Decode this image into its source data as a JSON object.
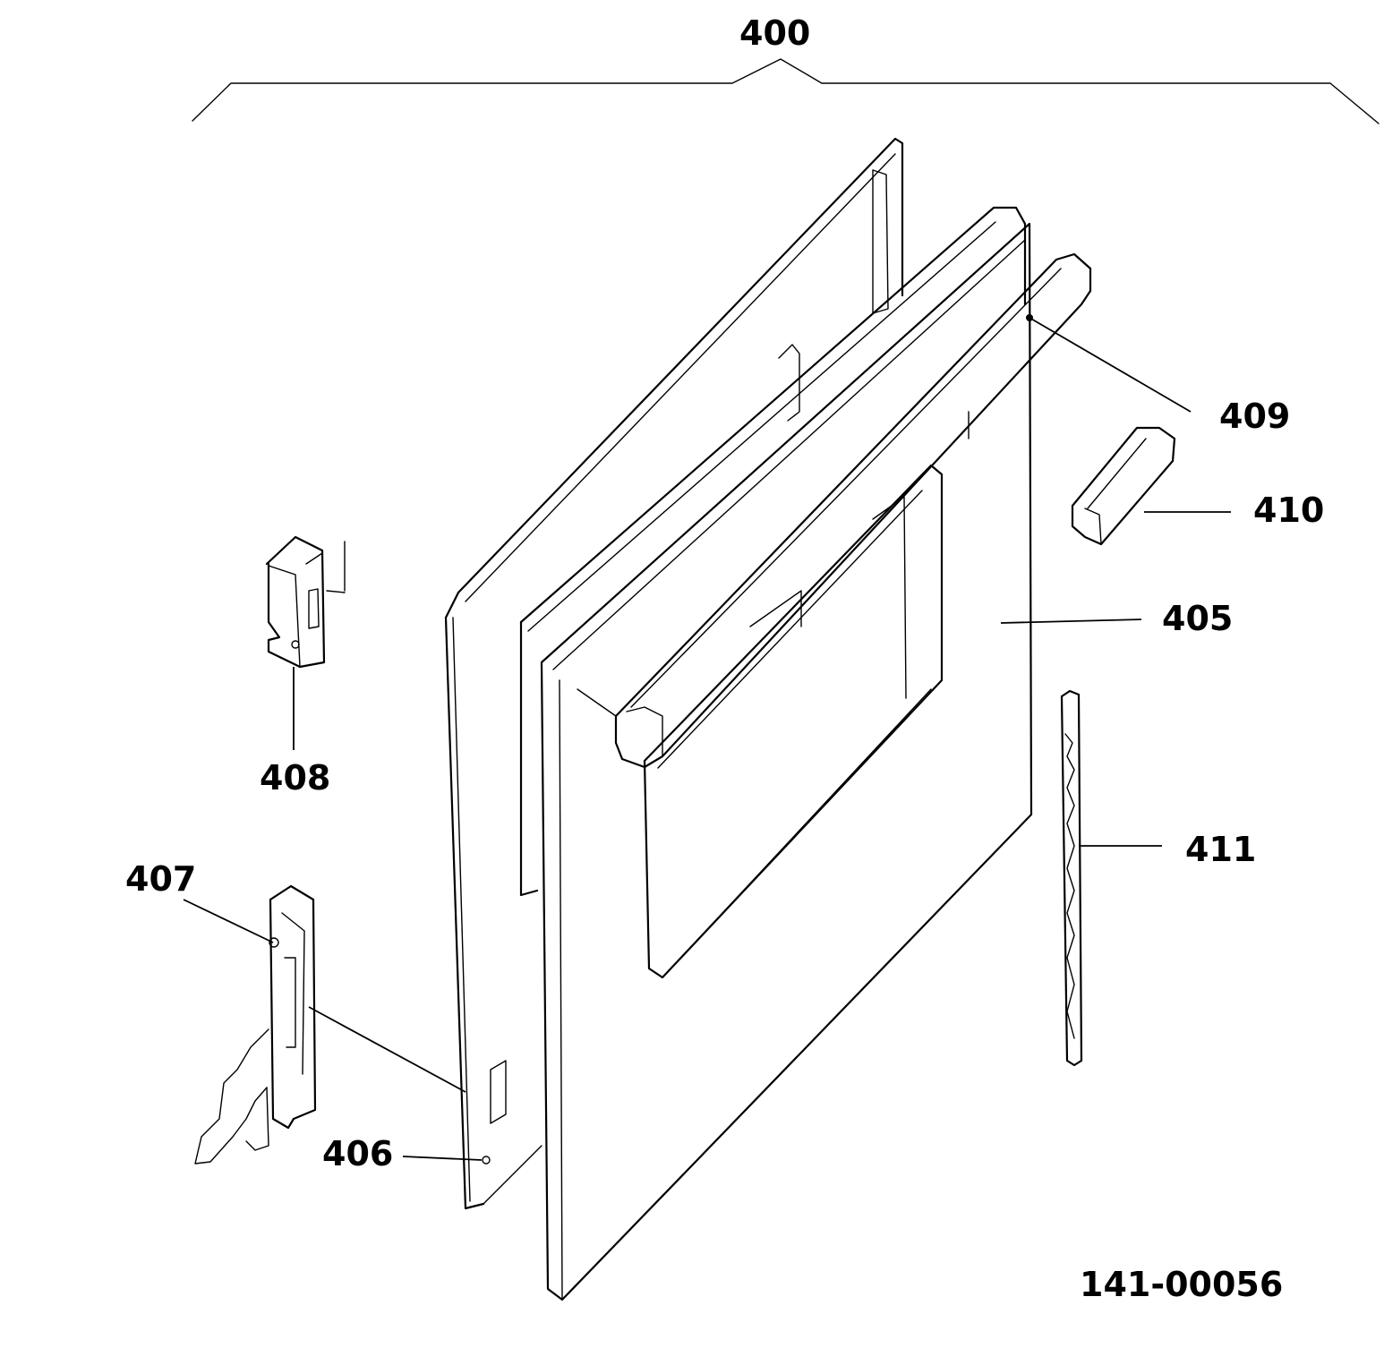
{
  "labels": {
    "assembly": "400",
    "glass_panel": "405",
    "hinge_bracket": "406",
    "hinge": "407",
    "hinge_receiver": "408",
    "handle": "409",
    "handle_end_cap": "410",
    "door_seal": "411"
  },
  "drawing_number": "141-00056"
}
